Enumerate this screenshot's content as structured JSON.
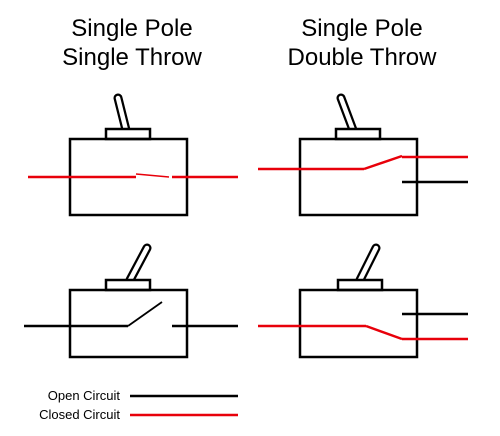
{
  "headings": {
    "spst": {
      "line1": "Single Pole",
      "line2": "Single Throw"
    },
    "spdt": {
      "line1": "Single Pole",
      "line2": "Double Throw"
    }
  },
  "legend": {
    "open_label": "Open Circuit",
    "closed_label": "Closed Circuit"
  },
  "colors": {
    "open_wire": "#000000",
    "closed_wire": "#e8000a",
    "outline": "#000000",
    "background": "#ffffff"
  }
}
